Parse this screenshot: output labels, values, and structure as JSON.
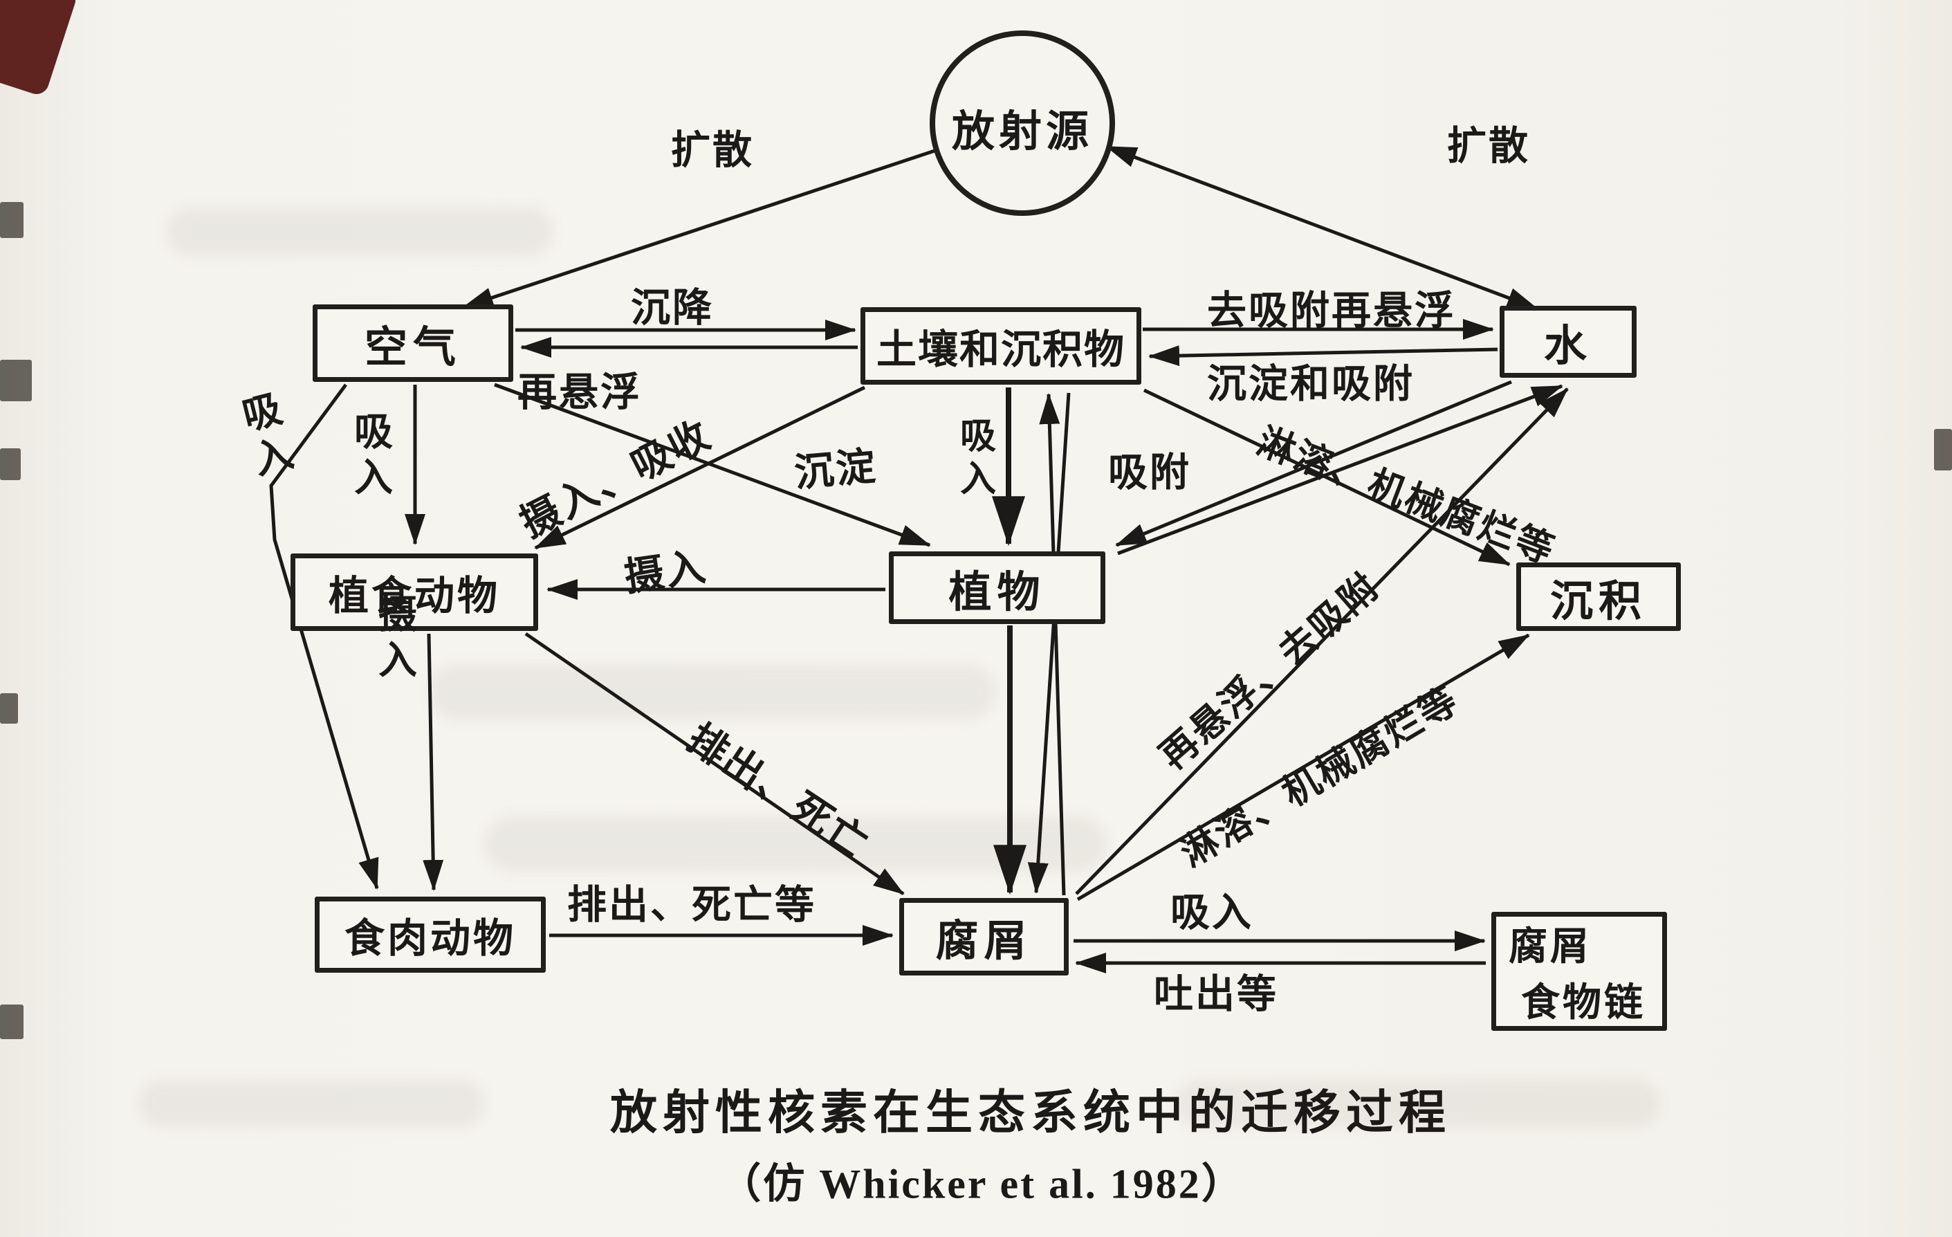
{
  "diagram": {
    "nodes": {
      "source": {
        "label": "放射源"
      },
      "air": {
        "label": "空气"
      },
      "soil": {
        "label": "土壤和沉积物"
      },
      "water": {
        "label": "水"
      },
      "herbivore": {
        "label": "植食动物"
      },
      "plant": {
        "label": "植物"
      },
      "sediment": {
        "label": "沉积"
      },
      "carnivore": {
        "label": "食肉动物"
      },
      "detritus": {
        "label": "腐屑"
      },
      "detritus_food_chain": {
        "line1": "腐屑",
        "line2": "食物链"
      }
    },
    "edge_labels": {
      "diffusion_left": "扩散",
      "diffusion_right": "扩散",
      "deposition": "沉降",
      "resuspension": "再悬浮",
      "desorption_resuspension": "去吸附再悬浮",
      "sedimentation_adsorption": "沉淀和吸附",
      "inhalation_herbivore": "吸入",
      "inhalation_carnivore": "吸入",
      "ingestion_absorption": "摄入、吸收",
      "precipitation": "沉淀",
      "uptake_soil_plant": "吸入",
      "adsorption": "吸附",
      "leach_mechanical_decay_upper": "淋溶、机械腐烂等",
      "resuspension_desorption": "再悬浮、去吸附",
      "leach_mechanical_decay_lower": "淋溶、机械腐烂等",
      "ingestion_plant_herbivore": "摄入",
      "ingestion_herbivore_carnivore": "摄入",
      "excretion_death": "排出、死亡",
      "excretion_death_etc": "排出、死亡等",
      "intake_detritus": "吸入",
      "egestion_etc": "吐出等"
    },
    "caption": {
      "line1": "放射性核素在生态系统中的迁移过程",
      "line2": "（仿 Whicker et al.  1982）"
    }
  }
}
